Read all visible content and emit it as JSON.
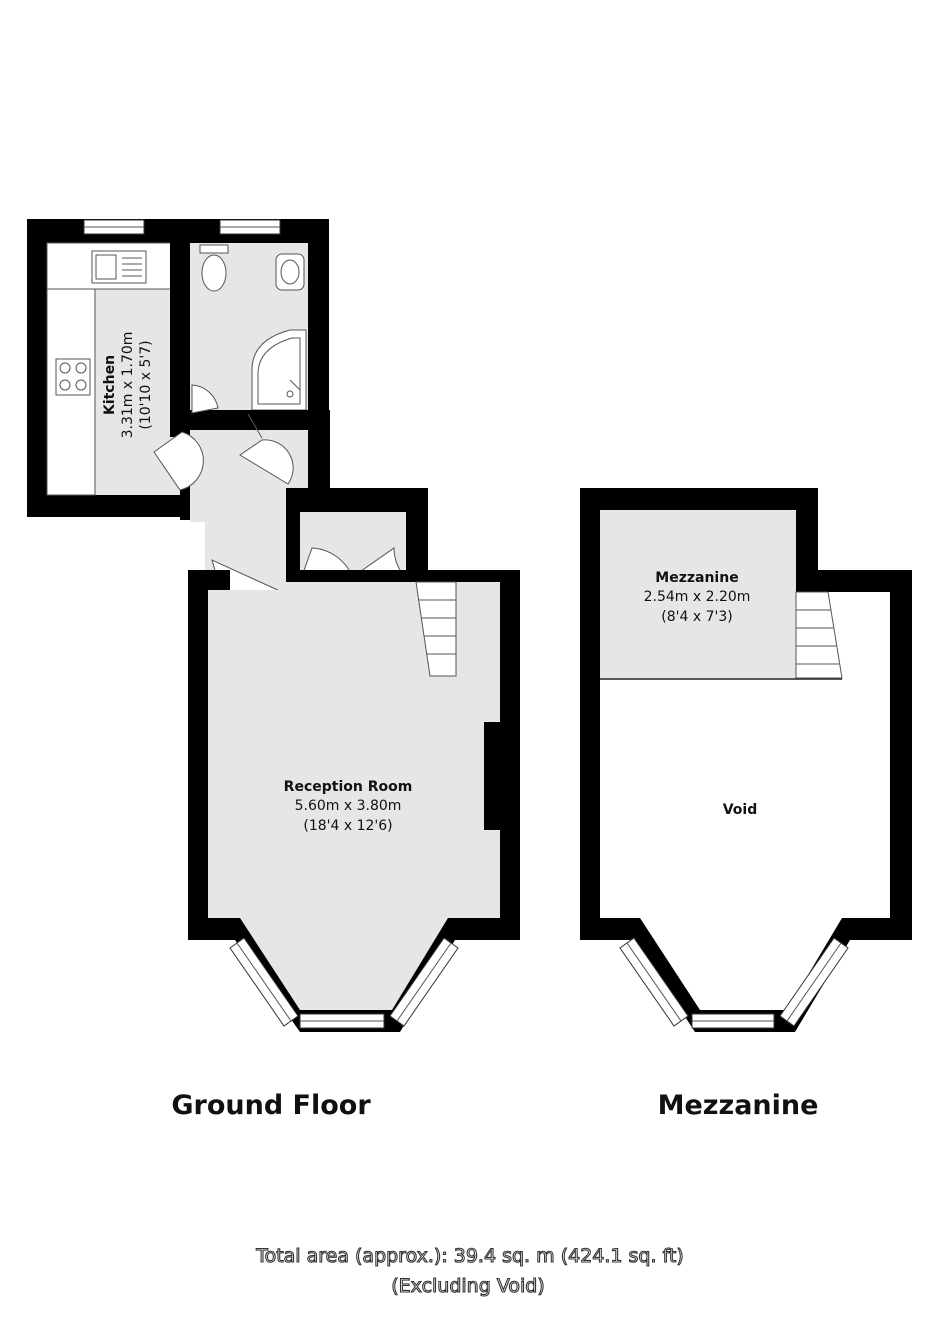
{
  "rooms": {
    "kitchen": {
      "name": "Kitchen",
      "dims_m": "3.31m x 1.70m",
      "dims_ft": "(10'10 x 5'7)"
    },
    "reception": {
      "name": "Reception Room",
      "dims_m": "5.60m x 3.80m",
      "dims_ft": "(18'4 x 12'6)"
    },
    "mezzanine": {
      "name": "Mezzanine",
      "dims_m": "2.54m x 2.20m",
      "dims_ft": "(8'4 x 7'3)"
    },
    "void": {
      "name": "Void"
    }
  },
  "floors": {
    "ground": "Ground Floor",
    "mezzanine": "Mezzanine"
  },
  "total": {
    "line1": "Total area (approx.): 39.4 sq. m (424.1 sq. ft)",
    "line2": "(Excluding Void)"
  },
  "colors": {
    "wall": "#000000",
    "floor": "#e6e6e6"
  }
}
